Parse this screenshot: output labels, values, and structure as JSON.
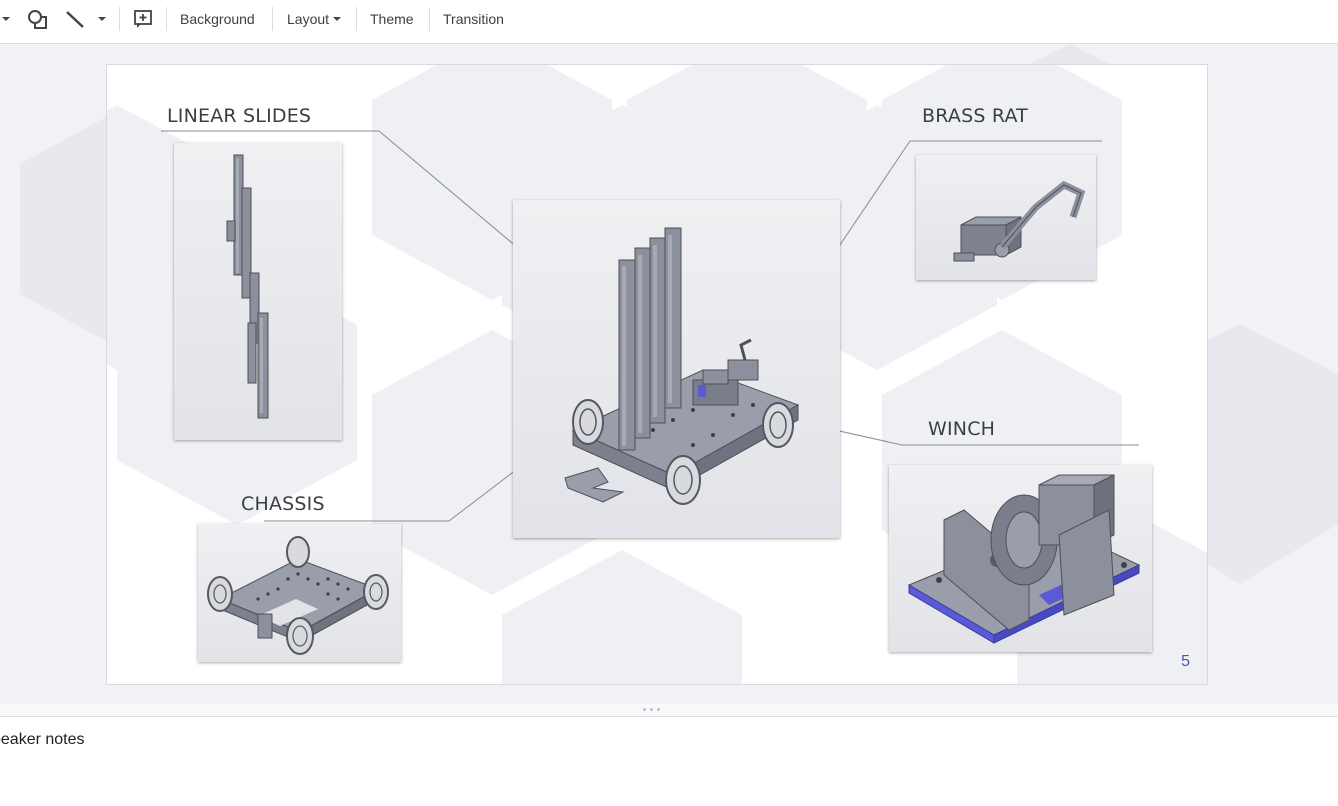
{
  "toolbar": {
    "buttons": [
      {
        "icon": "shape-icon"
      },
      {
        "icon": "line-icon"
      },
      {
        "icon": "comment-add-icon"
      }
    ],
    "background_label": "Background",
    "layout_label": "Layout",
    "theme_label": "Theme",
    "transition_label": "Transition"
  },
  "slide": {
    "labels": {
      "linear_slides": "LINEAR SLIDES",
      "brass_rat": "BRASS RAT",
      "winch": "WINCH",
      "chassis": "CHASSIS"
    },
    "page_number": "5"
  },
  "notes": {
    "placeholder": "peaker notes"
  },
  "colors": {
    "accent": "#4a55a8",
    "winch_base": "#5a5ad8",
    "part_metal": "#8c909c"
  }
}
